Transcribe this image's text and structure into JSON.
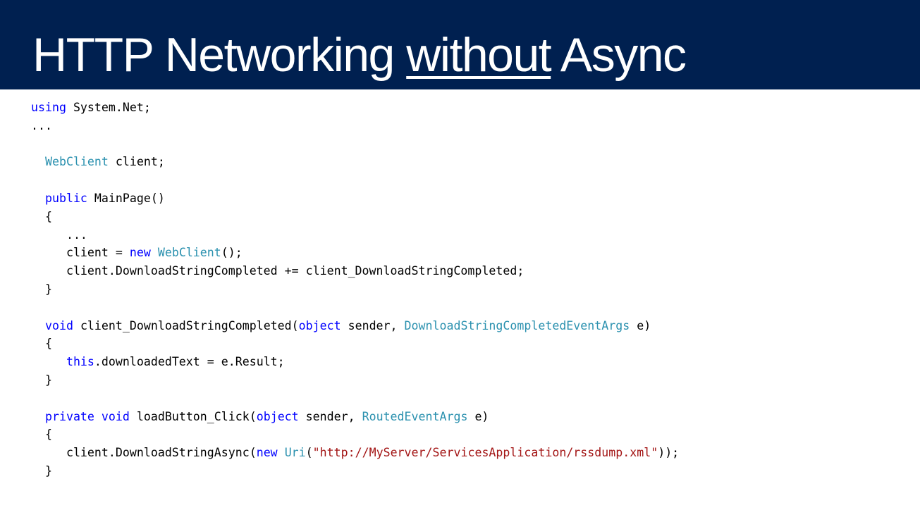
{
  "slide": {
    "title_pre": "HTTP Networking ",
    "title_emph": "without",
    "title_post": " Async"
  },
  "code": {
    "lines": [
      [
        {
          "t": "using",
          "c": "kw"
        },
        {
          "t": " System.Net;",
          "c": ""
        }
      ],
      [
        {
          "t": "...",
          "c": ""
        }
      ],
      [],
      [
        {
          "t": "  ",
          "c": ""
        },
        {
          "t": "WebClient",
          "c": "ty"
        },
        {
          "t": " client;",
          "c": ""
        }
      ],
      [],
      [
        {
          "t": "  ",
          "c": ""
        },
        {
          "t": "public",
          "c": "kw"
        },
        {
          "t": " MainPage()",
          "c": ""
        }
      ],
      [
        {
          "t": "  {",
          "c": ""
        }
      ],
      [
        {
          "t": "     ...",
          "c": ""
        }
      ],
      [
        {
          "t": "     client = ",
          "c": ""
        },
        {
          "t": "new",
          "c": "kw"
        },
        {
          "t": " ",
          "c": ""
        },
        {
          "t": "WebClient",
          "c": "ty"
        },
        {
          "t": "();",
          "c": ""
        }
      ],
      [
        {
          "t": "     client.DownloadStringCompleted += client_DownloadStringCompleted;",
          "c": ""
        }
      ],
      [
        {
          "t": "  }",
          "c": ""
        }
      ],
      [],
      [
        {
          "t": "  ",
          "c": ""
        },
        {
          "t": "void",
          "c": "kw"
        },
        {
          "t": " client_DownloadStringCompleted(",
          "c": ""
        },
        {
          "t": "object",
          "c": "kw"
        },
        {
          "t": " sender, ",
          "c": ""
        },
        {
          "t": "DownloadStringCompletedEventArgs",
          "c": "ty"
        },
        {
          "t": " e)",
          "c": ""
        }
      ],
      [
        {
          "t": "  {",
          "c": ""
        }
      ],
      [
        {
          "t": "     ",
          "c": ""
        },
        {
          "t": "this",
          "c": "kw"
        },
        {
          "t": ".downloadedText = e.Result;",
          "c": ""
        }
      ],
      [
        {
          "t": "  }",
          "c": ""
        }
      ],
      [],
      [
        {
          "t": "  ",
          "c": ""
        },
        {
          "t": "private",
          "c": "kw"
        },
        {
          "t": " ",
          "c": ""
        },
        {
          "t": "void",
          "c": "kw"
        },
        {
          "t": " loadButton_Click(",
          "c": ""
        },
        {
          "t": "object",
          "c": "kw"
        },
        {
          "t": " sender, ",
          "c": ""
        },
        {
          "t": "RoutedEventArgs",
          "c": "ty"
        },
        {
          "t": " e)",
          "c": ""
        }
      ],
      [
        {
          "t": "  {",
          "c": ""
        }
      ],
      [
        {
          "t": "     client.DownloadStringAsync(",
          "c": ""
        },
        {
          "t": "new",
          "c": "kw"
        },
        {
          "t": " ",
          "c": ""
        },
        {
          "t": "Uri",
          "c": "ty"
        },
        {
          "t": "(",
          "c": ""
        },
        {
          "t": "\"http://MyServer/ServicesApplication/rssdump.xml\"",
          "c": "st"
        },
        {
          "t": "));",
          "c": ""
        }
      ],
      [
        {
          "t": "  }",
          "c": ""
        }
      ]
    ]
  }
}
